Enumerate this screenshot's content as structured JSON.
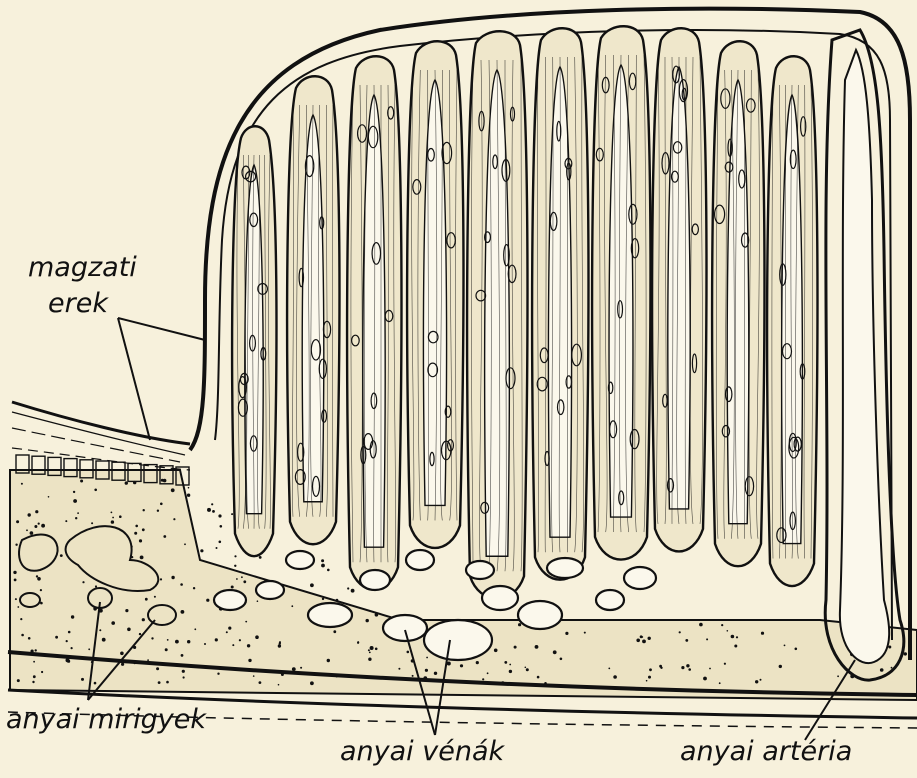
{
  "labels": {
    "fetal_vessels_line1": "magzati",
    "fetal_vessels_line2": "erek",
    "maternal_glands": "anyai mirigyek",
    "maternal_veins": "anyai vénák",
    "maternal_artery": "anyai artéria"
  },
  "colors": {
    "paper": "#f7f1dc",
    "ink": "#111111",
    "lumen": "#fbf8ec"
  }
}
